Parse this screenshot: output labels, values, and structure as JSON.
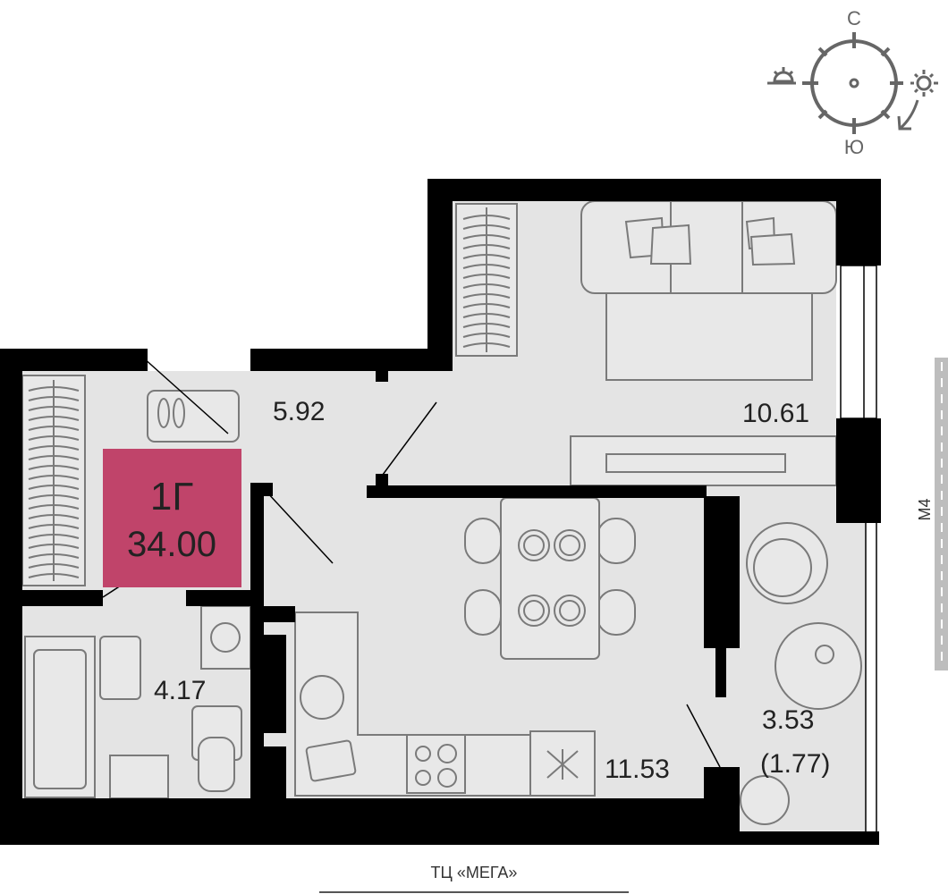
{
  "plan": {
    "unit_type": "1Г",
    "total_area": "34.00",
    "badge_color": "#c0446a",
    "rooms": {
      "hallway": "5.92",
      "living_room": "10.61",
      "bathroom": "4.17",
      "kitchen": "11.53",
      "balcony": "3.53",
      "balcony_reduced": "(1.77)"
    }
  },
  "compass": {
    "north": "С",
    "south": "Ю"
  },
  "surroundings": {
    "road": "М4",
    "landmark": "ТЦ «МЕГА»"
  }
}
